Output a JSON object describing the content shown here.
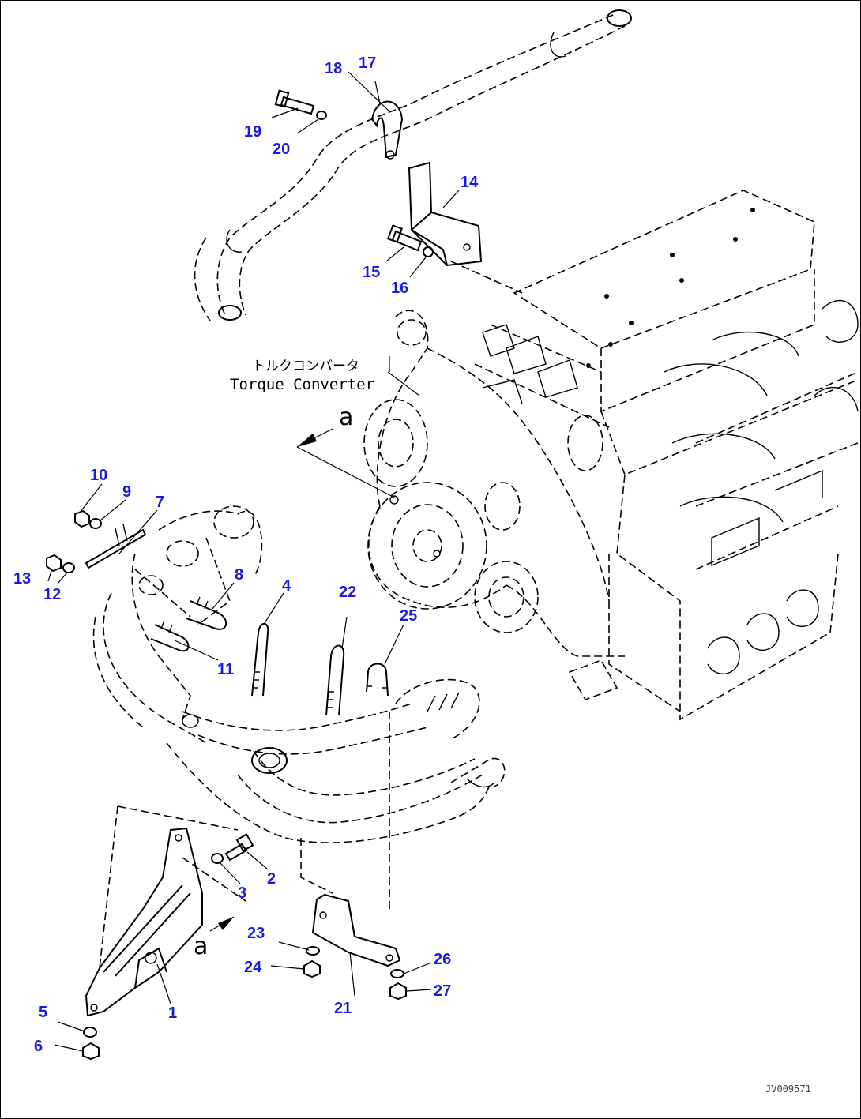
{
  "annotation": {
    "torque_converter_jp": "トルクコンバータ",
    "torque_converter_en": "Torque Converter",
    "view_ref_a": "a"
  },
  "document_id": "JV009571",
  "callouts": [
    "1",
    "2",
    "3",
    "4",
    "5",
    "6",
    "7",
    "8",
    "9",
    "10",
    "11",
    "12",
    "13",
    "14",
    "15",
    "16",
    "17",
    "18",
    "19",
    "20",
    "21",
    "22",
    "23",
    "24",
    "25",
    "26",
    "27"
  ],
  "colors": {
    "callout": "#1a1ae6",
    "line": "#000000",
    "background": "#ffffff"
  }
}
